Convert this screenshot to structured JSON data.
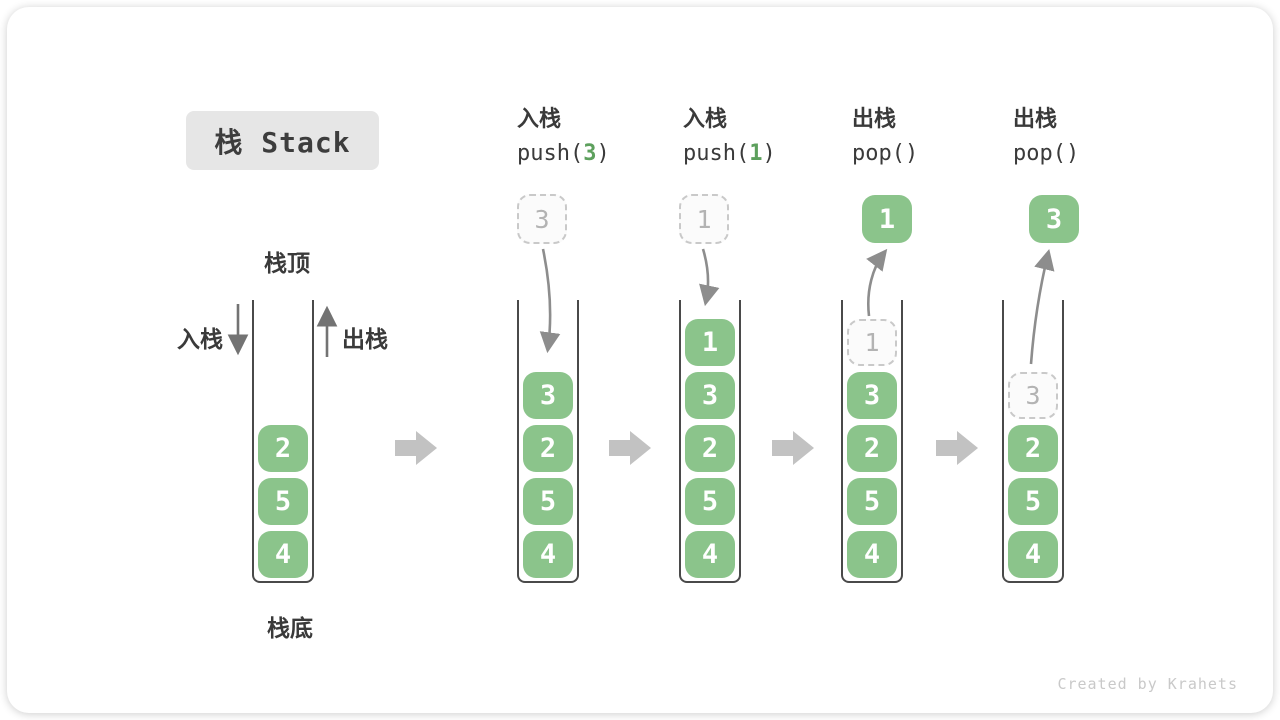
{
  "title": "栈 Stack",
  "footer": "Created by Krahets",
  "side_labels": {
    "top": "栈顶",
    "bottom": "栈底",
    "push": "入栈",
    "pop": "出栈"
  },
  "operations": [
    {
      "name": "入栈",
      "fn": "push(",
      "arg": "3",
      "close": ")"
    },
    {
      "name": "入栈",
      "fn": "push(",
      "arg": "1",
      "close": ")"
    },
    {
      "name": "出栈",
      "fn": "pop(",
      "arg": "",
      "close": ")"
    },
    {
      "name": "出栈",
      "fn": "pop(",
      "arg": "",
      "close": ")"
    }
  ],
  "stacks": [
    {
      "cells": [
        "2",
        "5",
        "4"
      ]
    },
    {
      "cells": [
        "3",
        "2",
        "5",
        "4"
      ],
      "incoming": "3"
    },
    {
      "cells": [
        "1",
        "3",
        "2",
        "5",
        "4"
      ],
      "incoming": "1"
    },
    {
      "cells": [
        "3",
        "2",
        "5",
        "4"
      ],
      "ghost_top": "1",
      "outgoing": "1"
    },
    {
      "cells": [
        "2",
        "5",
        "4"
      ],
      "ghost_top": "3",
      "outgoing": "3"
    }
  ],
  "colors": {
    "cell_green": "#8bc48b",
    "code_arg_green": "#5da05d",
    "ghost_gray": "#b3b3b3",
    "ghost_border": "#c9c9c9",
    "arrow_gray": "#8d8d8d",
    "flow_arrow_gray": "#c2c2c2",
    "container_border": "#4a4a4a",
    "title_box_bg": "#e6e6e6",
    "text_dark": "#3a3a3a",
    "footer_gray": "#c9c9c9"
  }
}
